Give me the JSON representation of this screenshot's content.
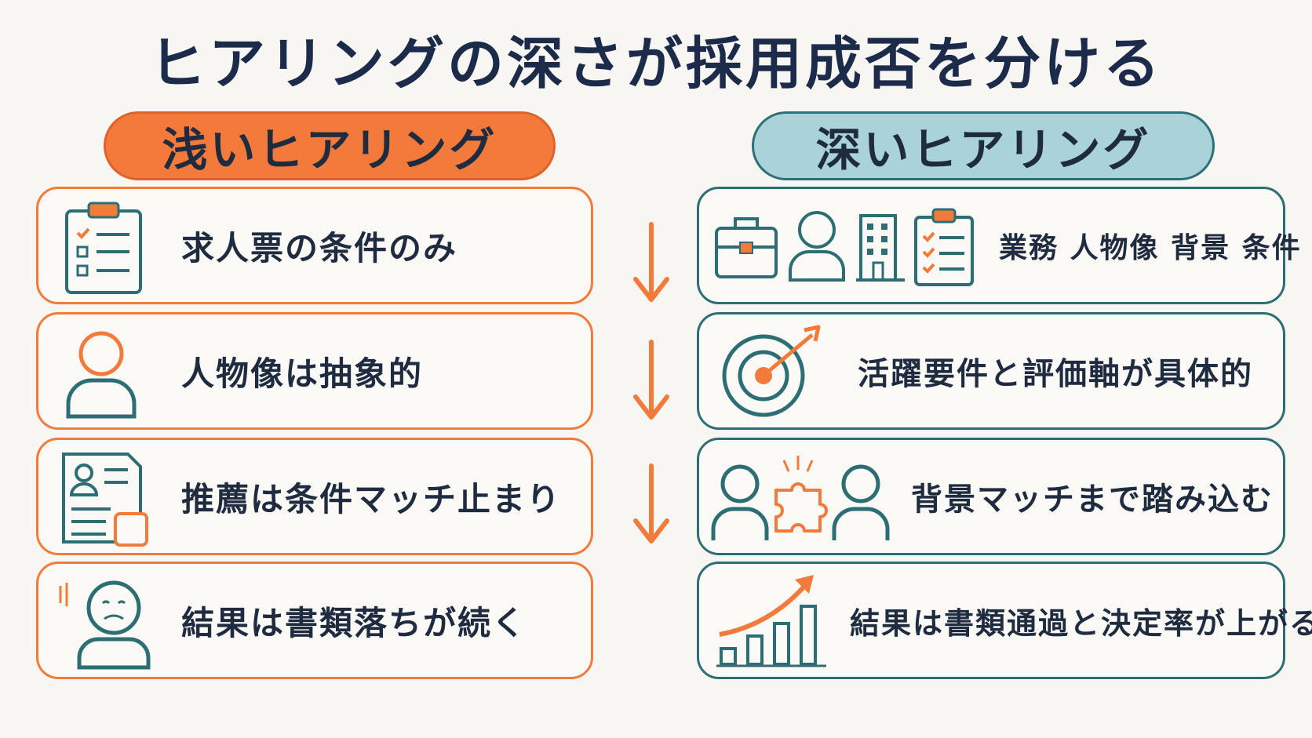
{
  "title": "ヒアリングの深さが採用成否を分ける",
  "left_header": "浅いヒアリング",
  "right_header": "深いヒアリング",
  "left_items": [
    {
      "text": "求人票の条件のみ",
      "icon": "clipboard-checklist-icon"
    },
    {
      "text": "人物像は抽象的",
      "icon": "person-outline-icon"
    },
    {
      "text": "推薦は条件マッチ止まり",
      "icon": "profile-document-icon"
    },
    {
      "text": "結果は書類落ちが続く",
      "icon": "sad-face-icon"
    }
  ],
  "right_items": [
    {
      "text": "業務 人物像 背景 条件",
      "icons": [
        "briefcase-icon",
        "person-icon",
        "building-icon",
        "checklist-icon"
      ]
    },
    {
      "text": "活躍要件と評価軸が具体的",
      "icon": "target-arrow-icon"
    },
    {
      "text": "背景マッチまで踏み込む",
      "icon": "people-puzzle-icon"
    },
    {
      "text": "結果は書類通過と決定率が上がる",
      "icon": "growth-chart-icon"
    }
  ],
  "colors": {
    "orange": "#f27a3a",
    "teal": "#2d6d74",
    "light_teal": "#a9d3d8",
    "navy": "#1c2b4a"
  }
}
